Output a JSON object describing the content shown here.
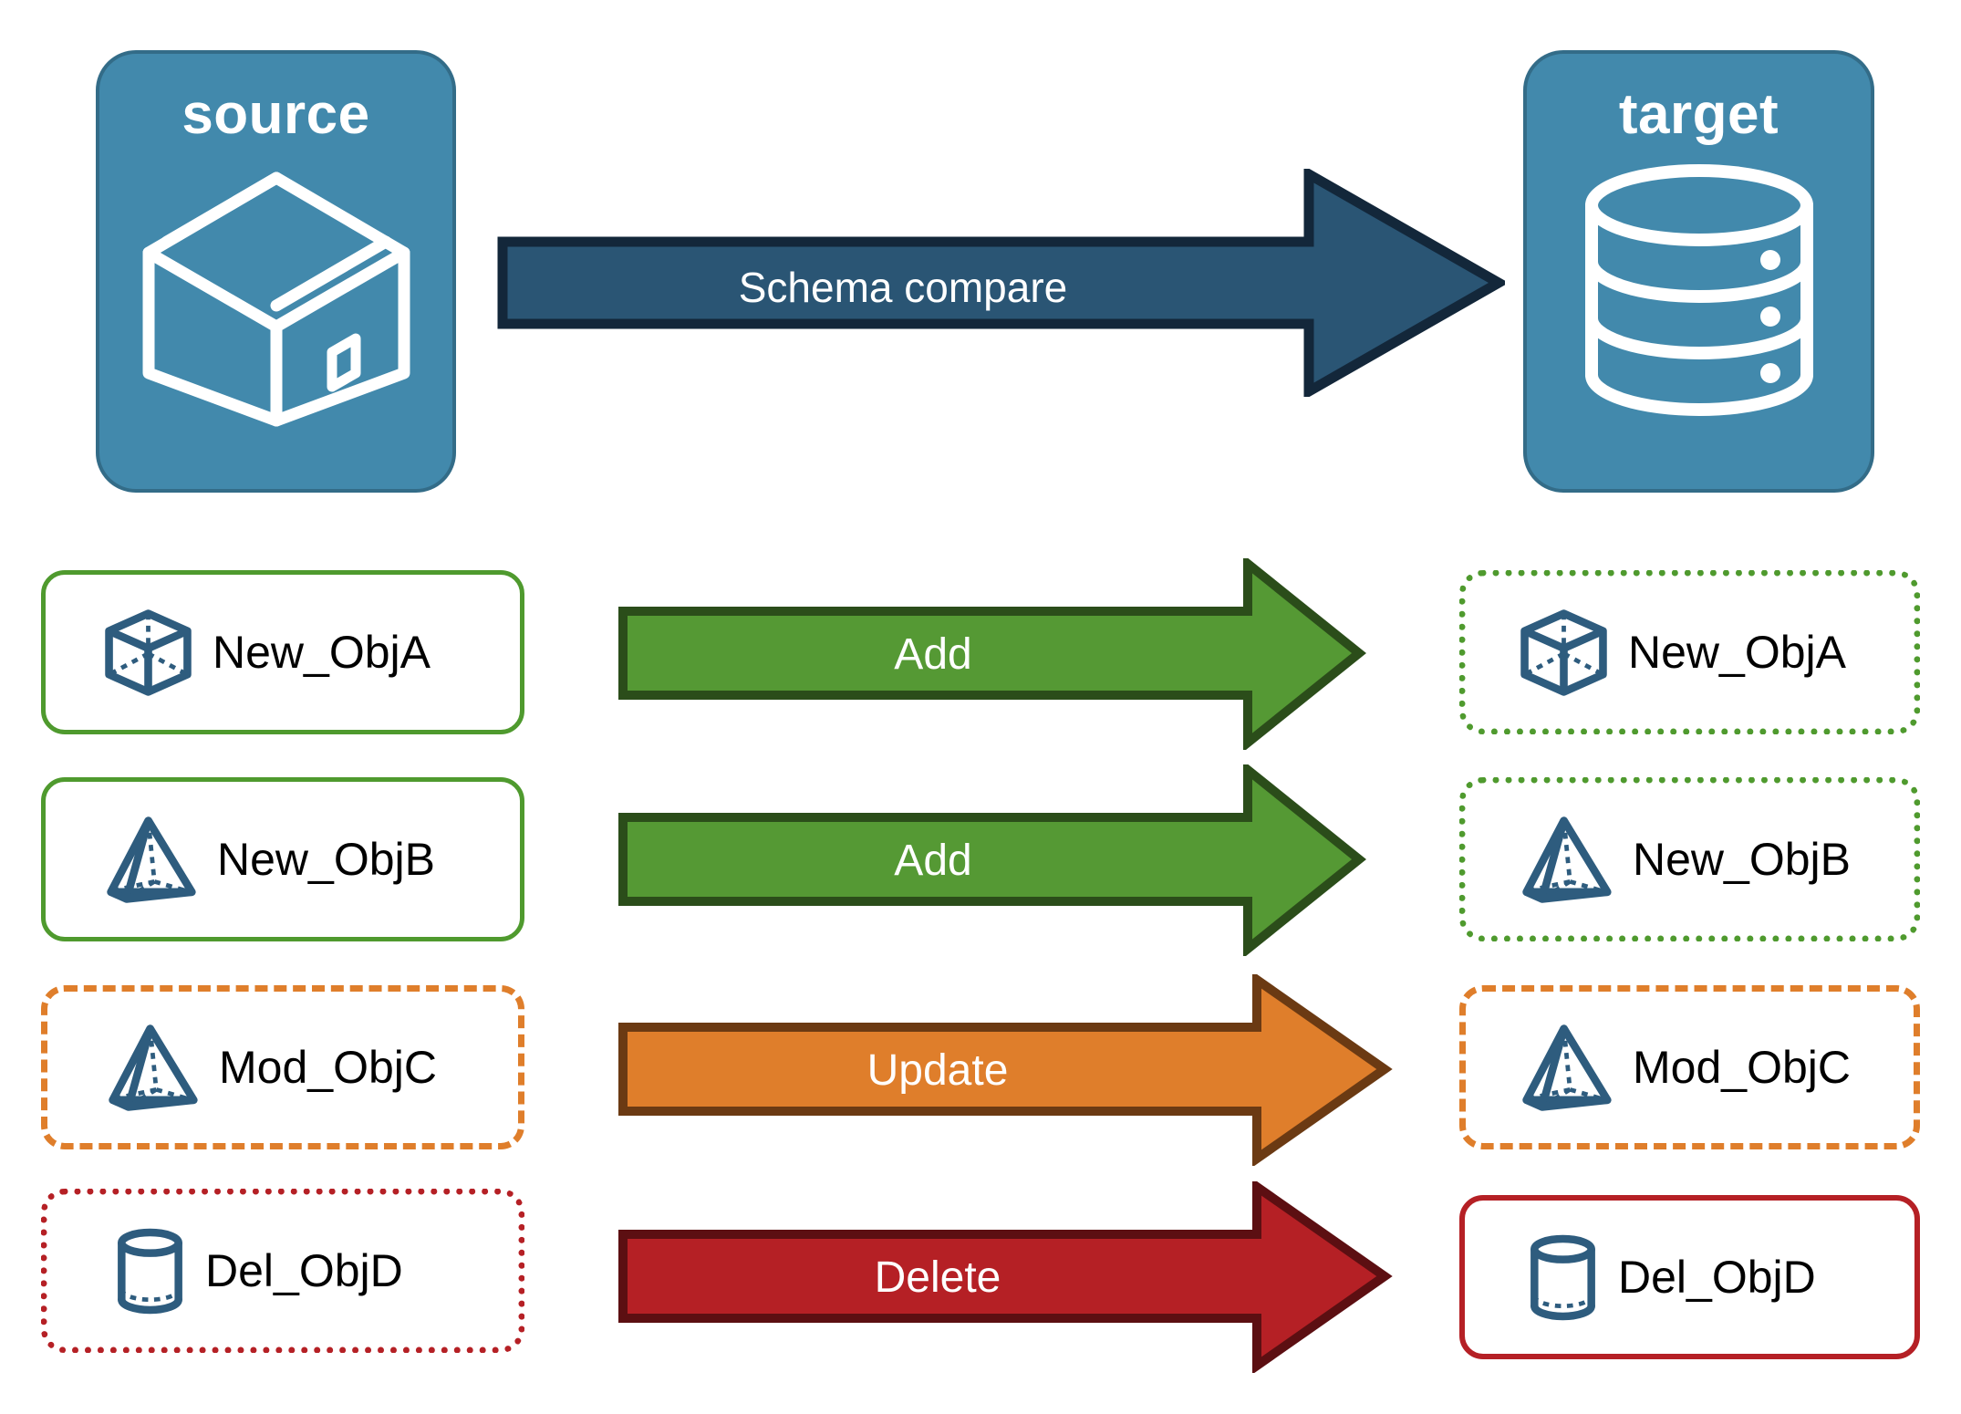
{
  "endpoints": {
    "source": {
      "label": "source",
      "icon": "package-box-icon",
      "fill": "#4289AC",
      "stroke": "#336C88"
    },
    "target": {
      "label": "target",
      "icon": "database-cylinder-icon",
      "fill": "#4289AC",
      "stroke": "#336C88"
    }
  },
  "compare_arrow": {
    "label": "Schema compare",
    "fill": "#2A5574",
    "stroke": "#13273A",
    "text_color": "#FFFFFF"
  },
  "rows": [
    {
      "action": "Add",
      "arrow_fill": "#559934",
      "arrow_stroke": "#2B4D1A",
      "source": {
        "name": "New_ObjA",
        "icon": "wireframe-cube-icon",
        "border_color": "#4F9A2E",
        "border_style": "solid"
      },
      "target": {
        "name": "New_ObjA",
        "icon": "wireframe-cube-icon",
        "border_color": "#4F9A2E",
        "border_style": "dotted"
      }
    },
    {
      "action": "Add",
      "arrow_fill": "#559934",
      "arrow_stroke": "#2B4D1A",
      "source": {
        "name": "New_ObjB",
        "icon": "wireframe-pyramid-icon",
        "border_color": "#4F9A2E",
        "border_style": "solid"
      },
      "target": {
        "name": "New_ObjB",
        "icon": "wireframe-pyramid-icon",
        "border_color": "#4F9A2E",
        "border_style": "dotted"
      }
    },
    {
      "action": "Update",
      "arrow_fill": "#DF7E2B",
      "arrow_stroke": "#6B3A13",
      "source": {
        "name": "Mod_ObjC",
        "icon": "wireframe-pyramid-icon",
        "border_color": "#DF7E2B",
        "border_style": "dashed"
      },
      "target": {
        "name": "Mod_ObjC",
        "icon": "wireframe-pyramid-icon",
        "border_color": "#DF7E2B",
        "border_style": "dashed"
      }
    },
    {
      "action": "Delete",
      "arrow_fill": "#B52025",
      "arrow_stroke": "#5C0F12",
      "source": {
        "name": "Del_ObjD",
        "icon": "wireframe-cylinder-icon",
        "border_color": "#B52025",
        "border_style": "dotted"
      },
      "target": {
        "name": "Del_ObjD",
        "icon": "wireframe-cylinder-icon",
        "border_color": "#B52025",
        "border_style": "solid"
      }
    }
  ],
  "colors": {
    "icon_blue": "#2E5C7E",
    "panel_blue": "#4289AC",
    "add_green": "#559934",
    "update_orange": "#DF7E2B",
    "delete_red": "#B52025",
    "compare_navy": "#2A5574",
    "background": "#FFFFFF"
  }
}
